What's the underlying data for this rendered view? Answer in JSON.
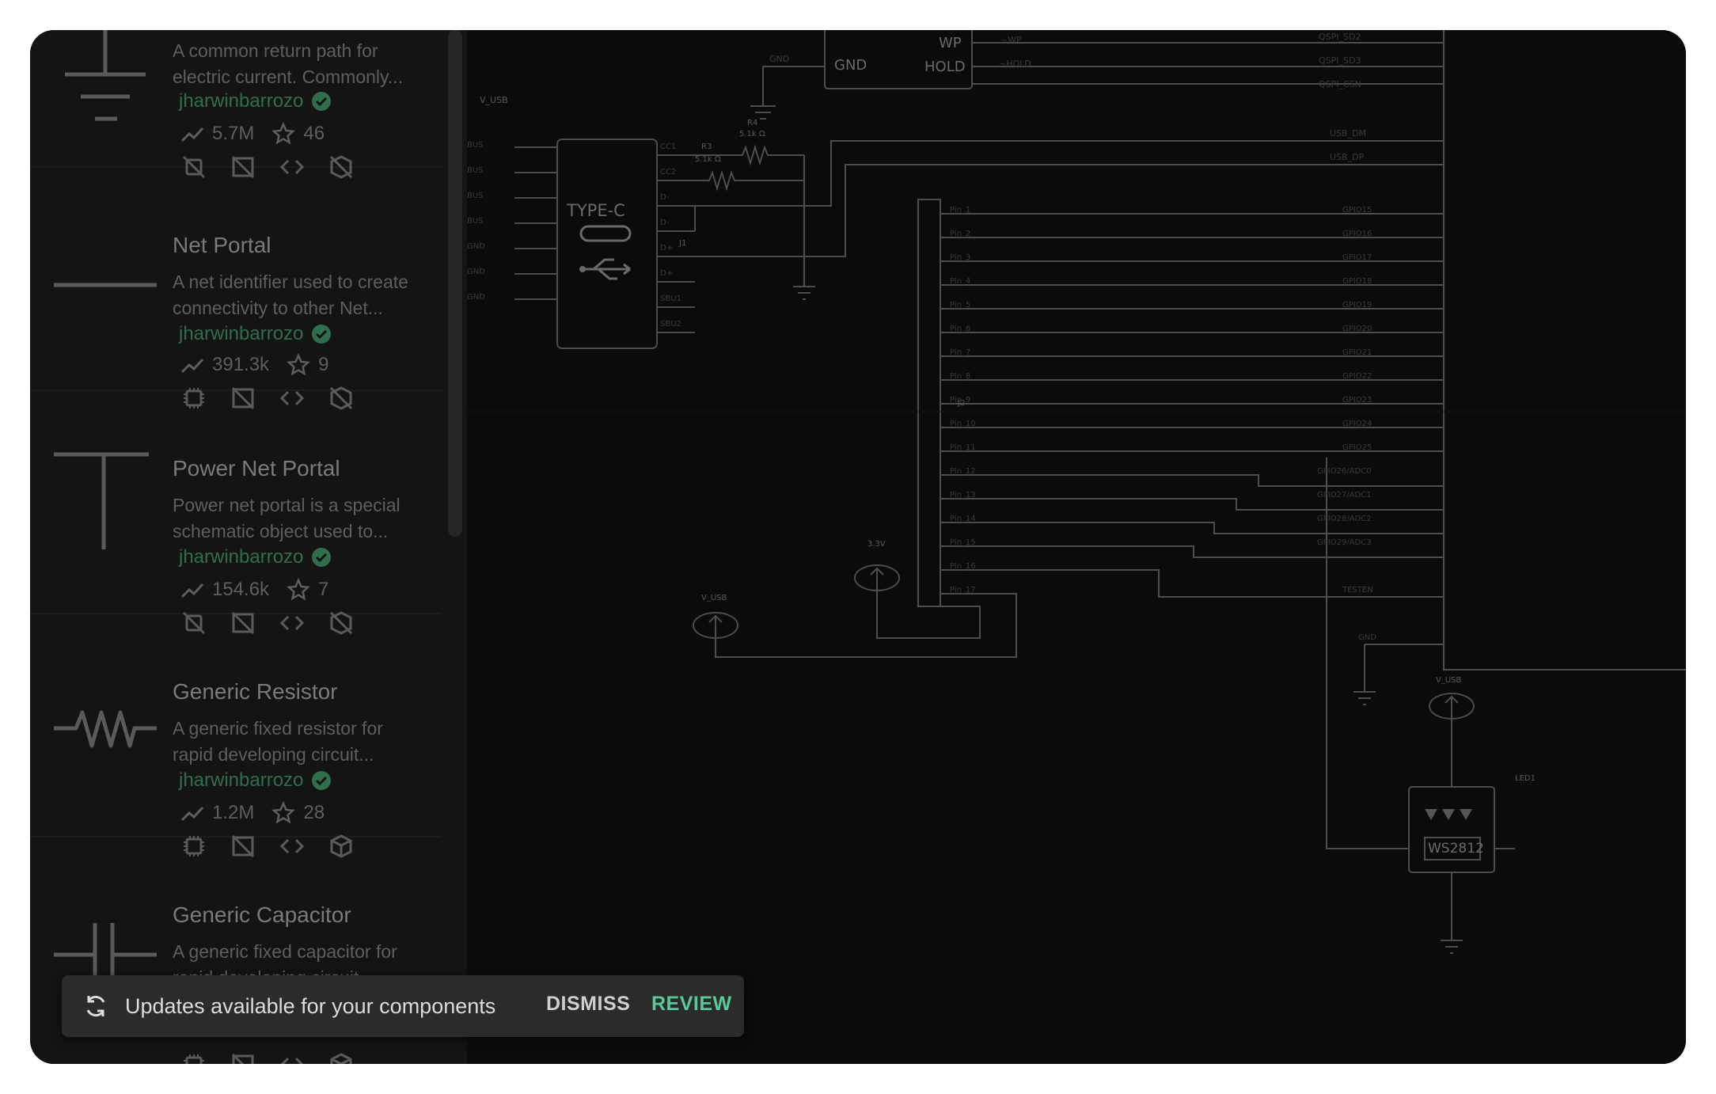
{
  "sidebar": {
    "cards": [
      {
        "title": "",
        "desc_lines": [
          "A common return path for",
          "electric current. Commonly..."
        ],
        "author": "jharwinbarrozo",
        "downloads": "5.7M",
        "stars": "46",
        "thumb_icon": "ground-symbol-icon"
      },
      {
        "title": "Net Portal",
        "desc_lines": [
          "A net identifier used to create",
          "connectivity to other Net..."
        ],
        "author": "jharwinbarrozo",
        "downloads": "391.3k",
        "stars": "9",
        "thumb_icon": "net-portal-symbol-icon"
      },
      {
        "title": "Power Net Portal",
        "desc_lines": [
          "Power net portal is a special",
          "schematic object used to..."
        ],
        "author": "jharwinbarrozo",
        "downloads": "154.6k",
        "stars": "7",
        "thumb_icon": "power-portal-symbol-icon"
      },
      {
        "title": "Generic Resistor",
        "desc_lines": [
          "A generic fixed resistor for",
          "rapid developing circuit..."
        ],
        "author": "jharwinbarrozo",
        "downloads": "1.2M",
        "stars": "28",
        "thumb_icon": "resistor-symbol-icon"
      },
      {
        "title": "Generic Capacitor",
        "desc_lines": [
          "A generic fixed capacitor for",
          "rapid developing circuit..."
        ],
        "author": "",
        "downloads": "",
        "stars": "",
        "thumb_icon": "capacitor-symbol-icon"
      }
    ]
  },
  "snackbar": {
    "message": "Updates available for your components",
    "dismiss_label": "DISMISS",
    "review_label": "REVIEW",
    "icon": "sync-icon"
  },
  "schematic": {
    "flash": {
      "gnd_label": "GND",
      "wp_label": "WP",
      "hold_label": "HOLD",
      "net_wp": "~WP",
      "net_hold": "~HOLD",
      "net_gnd": "GND"
    },
    "usb_conn": {
      "label": "TYPE-C",
      "designator": "J1",
      "r3_name": "R3",
      "r3_value": "5.1k Ω",
      "r4_name": "R4",
      "r4_value": "5.1k Ω",
      "pins": [
        "CC1",
        "CC2",
        "D-",
        "D-",
        "D+",
        "D+",
        "SBU1",
        "SBU2"
      ],
      "left_pins": [
        "BUS",
        "BUS",
        "BUS",
        "BUS",
        "GND",
        "GND",
        "GND"
      ]
    },
    "header": {
      "designator": "J2",
      "pins": [
        "Pin_1",
        "Pin_2",
        "Pin_3",
        "Pin_4",
        "Pin_5",
        "Pin_6",
        "Pin_7",
        "Pin_8",
        "Pin_9",
        "Pin_10",
        "Pin_11",
        "Pin_12",
        "Pin_13",
        "Pin_14",
        "Pin_15",
        "Pin_16",
        "Pin_17"
      ]
    },
    "mcu_nets": [
      "GPIO15",
      "GPIO16",
      "GPIO17",
      "GPIO18",
      "GPIO19",
      "GPIO20",
      "GPIO21",
      "GPIO22",
      "GPIO23",
      "GPIO24",
      "GPIO25",
      "GPIO26/ADC0",
      "GPIO27/ADC1",
      "GPIO28/ADC2",
      "GPIO29/ADC3",
      "TESTEN",
      "GND"
    ],
    "qspi_nets": [
      "QSPI_SD2",
      "QSPI_SD3",
      "QSPI_CSN"
    ],
    "usb_nets": [
      "USB_DM",
      "USB_DP"
    ],
    "power": {
      "vusb_label": "V_USB",
      "v33_label": "3.3V"
    },
    "led": {
      "designator": "LED1",
      "part": "WS2812"
    }
  }
}
